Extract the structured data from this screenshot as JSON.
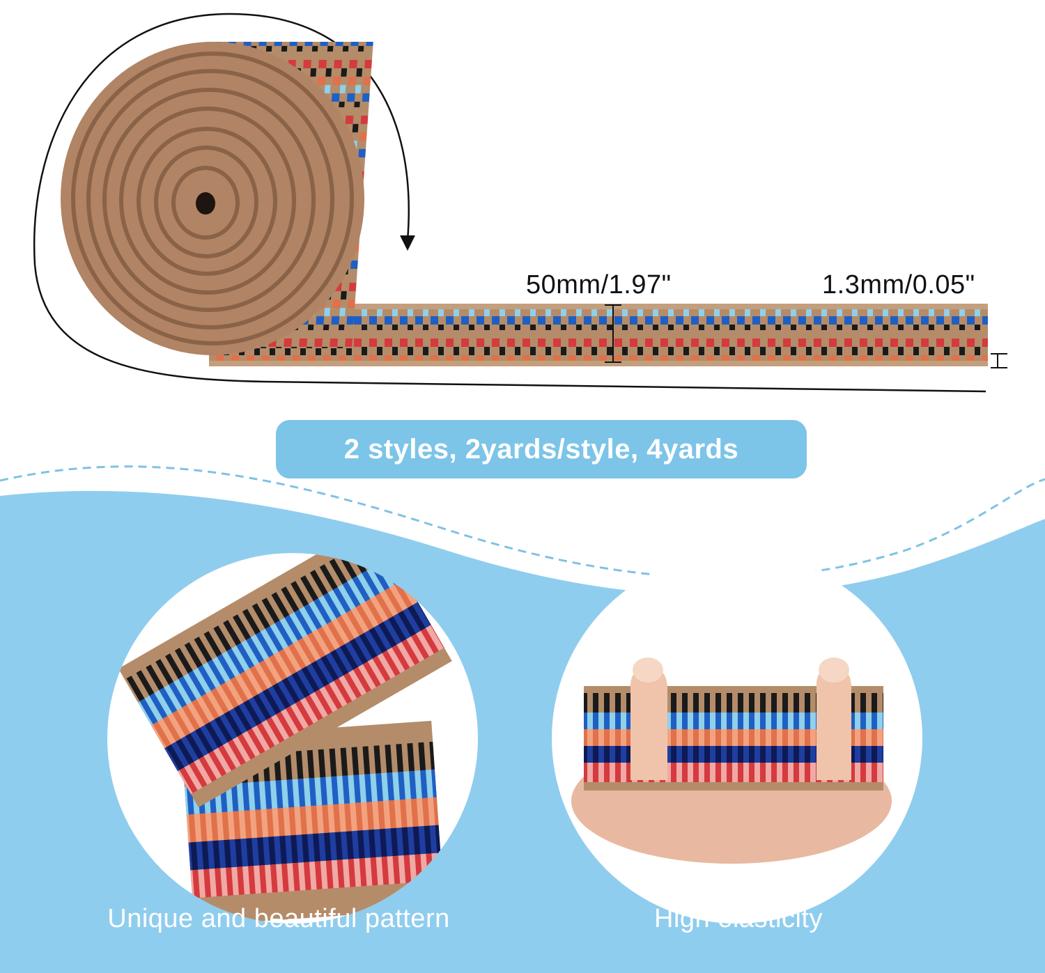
{
  "dimensions": {
    "width_label": "50mm/1.97\"",
    "thickness_label": "1.3mm/0.05\""
  },
  "badge": {
    "text": "2 styles, 2yards/style, 4yards"
  },
  "features": [
    {
      "caption": "Unique and beautiful pattern"
    },
    {
      "caption": "High elasticity"
    }
  ],
  "colors": {
    "badge_blue": "#7cc4e8",
    "panel_blue": "#8fcdee",
    "tan": "#b48c6a",
    "navy": "#1a2d7a",
    "royal_blue": "#1f5fc4",
    "sky_blue": "#8fd0ea",
    "coral": "#e0714a",
    "red": "#d43a3e",
    "black": "#1a1a1a"
  },
  "icons": [
    "curved-arrow-icon",
    "dimension-marker-icon"
  ]
}
